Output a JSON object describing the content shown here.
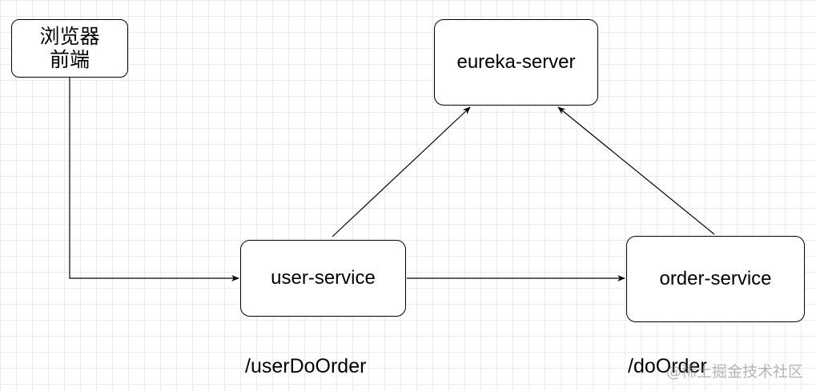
{
  "nodes": {
    "browser": {
      "line1": "浏览器",
      "line2": "前端"
    },
    "eureka": {
      "label": "eureka-server"
    },
    "user": {
      "label": "user-service"
    },
    "order": {
      "label": "order-service"
    }
  },
  "captions": {
    "user": "/userDoOrder",
    "order": "/doOrder"
  },
  "watermark": "@稀土掘金技术社区",
  "colors": {
    "line": "#000000",
    "grid": "#ebebeb",
    "node_fill": "#ffffff"
  }
}
